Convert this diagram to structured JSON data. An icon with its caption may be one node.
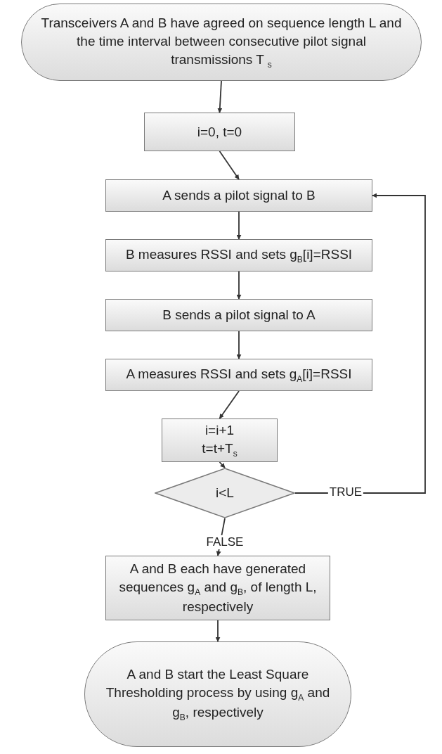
{
  "diagram": {
    "nodes": [
      {
        "text": [
          "Transceivers A and B have agreed on sequence length L and the time interval between consecutive pilot signal transmissions T $_{s}$"
        ]
      },
      {
        "text": [
          "i=0, t=0"
        ]
      },
      {
        "text": [
          "A sends a pilot signal to B"
        ]
      },
      {
        "text": [
          "B measures RSSI and sets g$_{B}$[i]=RSSI"
        ]
      },
      {
        "text": [
          "B sends a pilot signal to A"
        ]
      },
      {
        "text": [
          "A measures RSSI and sets g$_{A}$[i]=RSSI"
        ]
      },
      {
        "text": [
          "i=i+1 t=t+T$_{s}$"
        ]
      },
      {
        "text": [
          "i<L"
        ]
      },
      {
        "text": [
          "A and B each have generated sequences g$_{A}$ and g$_{B}$, of length L, respectively"
        ]
      },
      {
        "text": [
          "A and B start the Least Square Thresholding process by using g$_{A}$ and g$_{B}$, respectively"
        ]
      }
    ],
    "edges": [
      {
        "from": 0,
        "to": 1,
        "arrow": "to"
      },
      {
        "from": 1,
        "to": 2,
        "arrow": "to"
      },
      {
        "from": 2,
        "to": 3,
        "arrow": "to"
      },
      {
        "from": 3,
        "to": 4,
        "arrow": "to"
      },
      {
        "from": 4,
        "to": 5,
        "arrow": "to"
      },
      {
        "from": 5,
        "to": 6,
        "arrow": "to"
      },
      {
        "from": 6,
        "to": 7,
        "arrow": "to"
      },
      {
        "from": 7,
        "to": 8,
        "arrow": "to",
        "label": "FALSE"
      },
      {
        "from": 7,
        "to": 2,
        "arrow": "to",
        "label": "TRUE"
      },
      {
        "from": 8,
        "to": 9,
        "arrow": "to"
      }
    ]
  }
}
